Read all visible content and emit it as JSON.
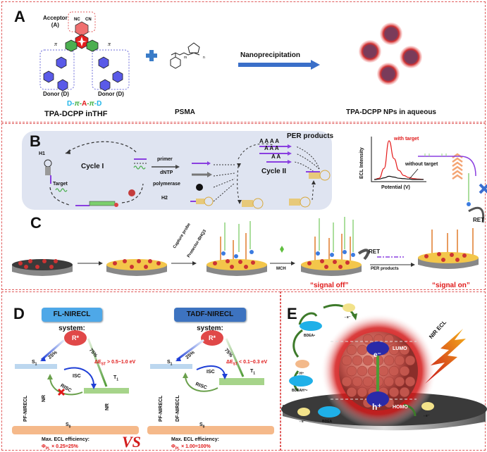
{
  "panel_a": {
    "letter": "A",
    "acceptor_label": "Acceptor",
    "acceptor_abbr": "(A)",
    "nc_label": "NC",
    "cn_label": "CN",
    "pi_left": "π",
    "pi_right": "π",
    "donor_left": "Donor (D)",
    "donor_right": "Donor (D)",
    "dpa_formula": {
      "d1": "D",
      "s1": "-",
      "pi1": "π",
      "s2": "-",
      "a": "A",
      "s3": "-",
      "pi2": "π",
      "s4": "-",
      "d2": "D"
    },
    "compound_label": "TPA-DCPP inTHF",
    "plus_icon": "plus-icon",
    "polymer_label": "PSMA",
    "polymer_m": "m",
    "polymer_n": "n",
    "arrow_label": "Nanoprecipitation",
    "product_label": "TPA-DCPP NPs in aqueous"
  },
  "panel_b": {
    "letter": "B",
    "h1_label": "H1",
    "target_label": "Target",
    "cycle1_label": "Cycle I",
    "reagents": [
      "primer",
      "dNTP",
      "polymerase",
      "H2"
    ],
    "per_products_label": "PER products",
    "a_tails": [
      "A A A A",
      "A A A",
      "A A"
    ],
    "cycle2_label": "Cycle II"
  },
  "chart_data": {
    "type": "line",
    "title": "",
    "xlabel": "Potential (V)",
    "ylabel": "ECL Intensity",
    "series": [
      {
        "name": "with target",
        "color": "#e51c1c",
        "x": [
          0,
          1,
          2,
          3,
          4,
          5,
          6,
          7,
          8,
          9,
          10
        ],
        "values": [
          0.02,
          0.05,
          0.3,
          1.0,
          0.55,
          0.25,
          0.12,
          0.07,
          0.04,
          0.03,
          0.02
        ]
      },
      {
        "name": "without target",
        "color": "#111111",
        "x": [
          0,
          1,
          2,
          3,
          4,
          5,
          6,
          7,
          8,
          9,
          10
        ],
        "values": [
          0.02,
          0.03,
          0.06,
          0.1,
          0.08,
          0.05,
          0.04,
          0.03,
          0.02,
          0.02,
          0.02
        ]
      }
    ],
    "legend": [
      {
        "label": "with target",
        "color": "#e51c1c"
      },
      {
        "label": "without target",
        "color": "#111111"
      }
    ],
    "grid": false
  },
  "panel_c": {
    "letter": "C",
    "capture_probe_label": "Capture probe",
    "protector_label": "Protector-BHQ3",
    "mch_label": "MCH",
    "ret_label_1": "RET",
    "signal_off_label": "“signal off”",
    "per_products_label": "PER products",
    "ret_label_2": "RET",
    "signal_on_label": "“signal on”"
  },
  "panel_d": {
    "letter": "D",
    "left": {
      "title": "FL-NIRECL system:",
      "r_star": "R*",
      "pct_s": "25%",
      "pct_t": "75%",
      "delta_e": "ΔE",
      "delta_sub": "ST",
      "delta_val": " > 0.5~1.0 eV",
      "s1": "S",
      "s1_sub": "1",
      "t1": "T",
      "t1_sub": "1",
      "isc": "ISC",
      "risc": "RISC",
      "emission": "PF-NIRECL",
      "nr1": "NR",
      "nr2": "NR",
      "s0": "S",
      "s0_sub": "0",
      "eff_title": "Max. ECL efficiency:",
      "eff_phi": "Φ",
      "eff_sub": "PL",
      "eff_val": " × 0.25=25%"
    },
    "vs_label": "VS",
    "right": {
      "title": "TADF-NIRECL system:",
      "r_star": "R*",
      "pct_s": "25%",
      "pct_t": "75%",
      "delta_e": "ΔE",
      "delta_sub": "ST",
      "delta_val": " < 0.1~0.3 eV",
      "s1": "S",
      "s1_sub": "1",
      "t1": "T",
      "t1_sub": "1",
      "isc": "ISC",
      "risc": "RISC",
      "emission_pf": "PF-NIRECL",
      "emission_df": "DF-NIRECL",
      "s0": "S",
      "s0_sub": "0",
      "eff_title": "Max. ECL efficiency:",
      "eff_phi": "Φ",
      "eff_sub": "PL",
      "eff_val": " × 1.00=100%"
    }
  },
  "panel_e": {
    "letter": "E",
    "nir_ecl_label": "NIR ECL",
    "lumo_label": "LUMO",
    "homo_label": "HOMO",
    "electron_label": "e⁻",
    "hole_label": "h⁺",
    "bdea_label": "BDEA",
    "bdeah_label": "BDEAH⁺•",
    "bdea_rad_label": "BDEA•",
    "minus_h": "- H⁺",
    "minus_e1": "- e⁻",
    "minus_e2": "- e⁻",
    "minus_e3": "- e⁻"
  }
}
